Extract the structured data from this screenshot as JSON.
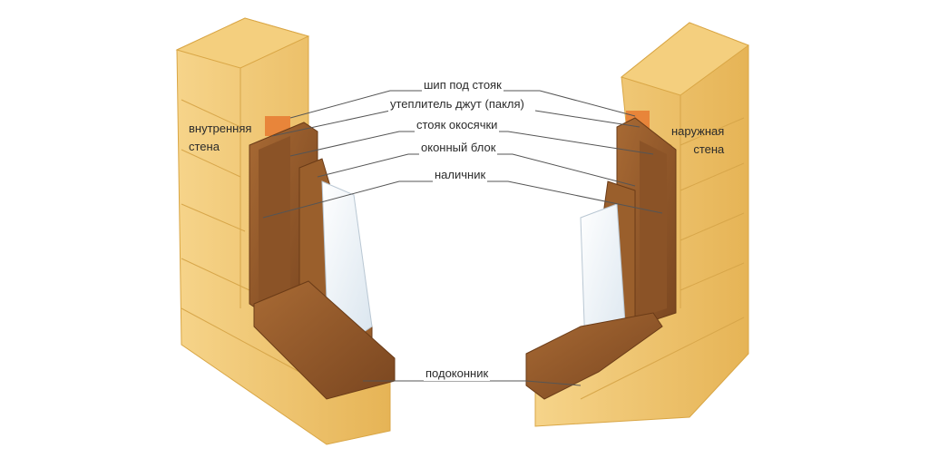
{
  "labels": {
    "ship": "шип под стояк",
    "insulation": "утеплитель джут (пакля)",
    "stoyak": "стояк окосячки",
    "window_block": "оконный блок",
    "casing": "наличник",
    "sill": "подоконник"
  },
  "sides": {
    "inner_line1": "внутренняя",
    "inner_line2": "стена",
    "outer_line1": "наружная",
    "outer_line2": "стена"
  },
  "colors": {
    "log": "#f0c46a",
    "log_dark": "#d9a645",
    "wood": "#9a5f2c",
    "wood_dark": "#74431c",
    "jute": "#e8853a",
    "glass": "#e8f0f6",
    "line": "#555555"
  }
}
